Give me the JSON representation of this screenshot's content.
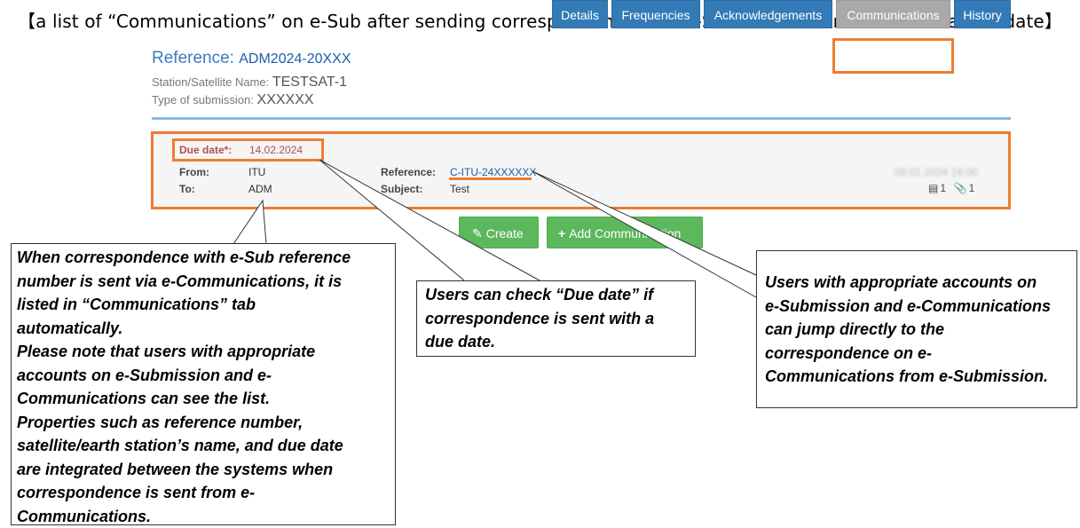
{
  "page_heading": "【a list of “Communications” on e-Sub after sending correspondence with e-Sub reference number and a due date】",
  "header": {
    "reference_label": "Reference:",
    "reference_value": "ADM2024-20XXX",
    "station_label": "Station/Satellite Name:",
    "station_value": "TESTSAT-1",
    "submission_label": "Type of submission:",
    "submission_value": "XXXXXX"
  },
  "tabs": [
    {
      "label": "Details",
      "active": false
    },
    {
      "label": "Frequencies",
      "active": false
    },
    {
      "label": "Acknowledgements",
      "active": false
    },
    {
      "label": "Communications",
      "active": true
    },
    {
      "label": "History",
      "active": false
    }
  ],
  "communication": {
    "due_label": "Due date*:",
    "due_value": "14.02.2024",
    "from_label": "From:",
    "from_value": "ITU",
    "to_label": "To:",
    "to_value": "ADM",
    "reference_label": "Reference:",
    "reference_value": "C-ITU-24XXXXXX",
    "subject_label": "Subject:",
    "subject_value": "Test",
    "timestamp": "09.01.2024 18:00",
    "documents_count": "1",
    "attachments_count": "1"
  },
  "buttons": {
    "create_label": "Create",
    "add_label": "Add Communication"
  },
  "callouts": {
    "left": [
      "When correspondence with e-Sub reference",
      "number is sent via e-Communications, it is",
      "listed in “Communications” tab",
      "automatically.",
      "Please note that users with appropriate",
      "accounts on e-Submission and e-",
      "Communications can see the list.",
      "Properties such as reference number,",
      "satellite/earth station’s name, and due date",
      "are integrated between the systems when",
      "correspondence is sent from e-",
      "Communications."
    ],
    "middle": [
      "Users can check “Due date” if",
      "correspondence is sent with a",
      "due date."
    ],
    "right": [
      "Users with appropriate accounts on",
      "e-Submission and e-Communications",
      "can jump directly to the",
      "correspondence on e-",
      "Communications from e-Submission."
    ]
  },
  "colors": {
    "accent_orange": "#ed7d31",
    "tab_blue": "#337ab7",
    "tab_active_gray": "#a9a9a9",
    "button_green": "#5cb85c",
    "link_blue": "#1a5fa8"
  }
}
